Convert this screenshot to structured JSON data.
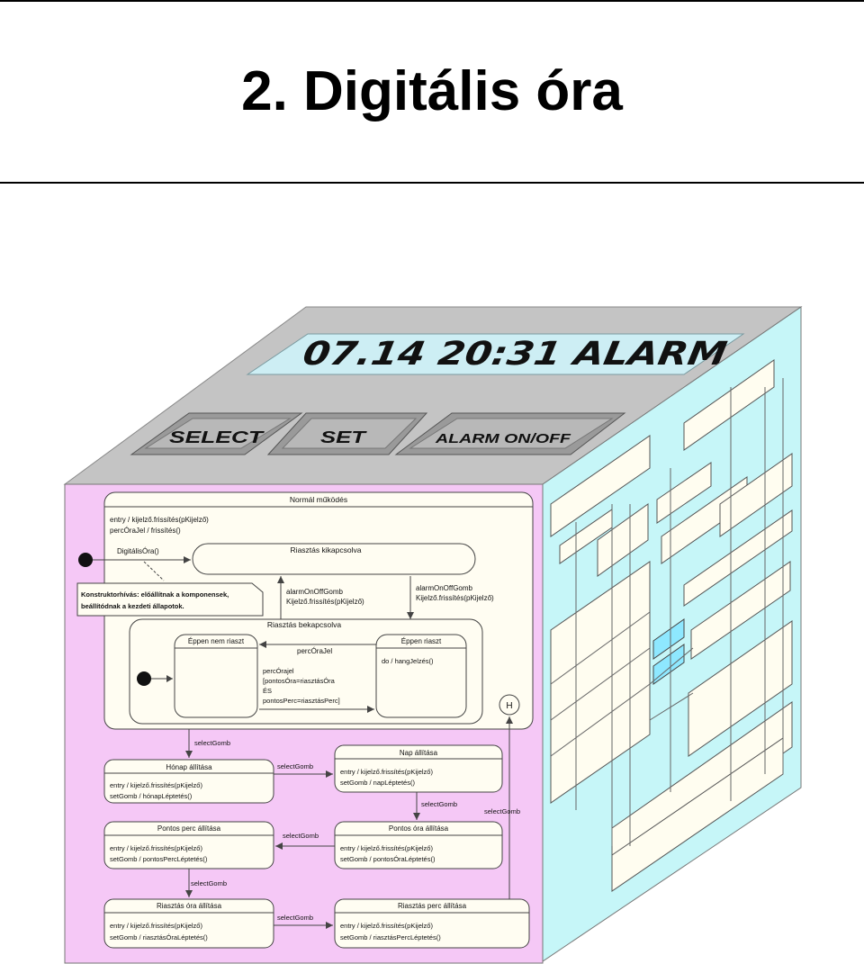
{
  "slide": {
    "title": "2. Digitális óra"
  },
  "top_face": {
    "display": "07.14  20:31  ALARM",
    "buttons": [
      "SELECT",
      "SET",
      "ALARM ON/OFF"
    ]
  },
  "front_face": {
    "normal": {
      "title": "Normál működés",
      "actions": [
        "entry / kijelző.frissítés(pKijelző)",
        "percÓraJel / frissítés()"
      ]
    },
    "initial_label": "DigitálisÓra()",
    "note": [
      "Konstruktorhívás: előállítnak a komponensek,",
      "beállítódnak a kezdeti állapotok."
    ],
    "alarm_off": {
      "title": "Riasztás kikapcsolva"
    },
    "trans_on_off_1": [
      "alarmOnOffGomb",
      "Kijelző.frissítés(pKijelző)"
    ],
    "trans_on_off_2": [
      "alarmOnOffGomb",
      "Kijelző.frissítés(pKijelző)"
    ],
    "alarm_on": {
      "title": "Riasztás bekapcsolva"
    },
    "not_ringing": {
      "title": "Éppen nem riaszt"
    },
    "ringing": {
      "title": "Éppen riaszt",
      "action": "do / hangJelzés()"
    },
    "perc_ora_jel": "percÓraJel",
    "guard": [
      "percÓrajel",
      "[pontosÓra=riasztásÓra",
      "ÉS",
      "pontosPerc=riasztásPerc]"
    ],
    "history": "H",
    "states": [
      {
        "title": "Hónap állítása",
        "actions": [
          "entry / kijelző.frissítés(pKijelző)",
          "setGomb / hónapLéptetés()"
        ]
      },
      {
        "title": "Nap állítása",
        "actions": [
          "entry / kijelző.frissítés(pKijelző)",
          "setGomb / napLéptetés()"
        ]
      },
      {
        "title": "Pontos perc állítása",
        "actions": [
          "entry / kijelző.frissítés(pKijelző)",
          "setGomb / pontosPercLéptetés()"
        ]
      },
      {
        "title": "Pontos óra állítása",
        "actions": [
          "entry / kijelző.frissítés(pKijelző)",
          "setGomb / pontosÓraLéptetés()"
        ]
      },
      {
        "title": "Riasztás óra állítása",
        "actions": [
          "entry / kijelző.frissítés(pKijelző)",
          "setGomb / riasztásÓraLéptetés()"
        ]
      },
      {
        "title": "Riasztás perc állítása",
        "actions": [
          "entry / kijelző.frissítés(pKijelző)",
          "setGomb / riasztásPercLéptetés()"
        ]
      }
    ],
    "select_label": "selectGomb"
  },
  "colors": {
    "front_bg": "#f6c8f6",
    "side_bg": "#c8f8f8",
    "top_bg": "#c6c6c6",
    "state_fill": "#fffdf2",
    "display_bg": "#d2eef4"
  }
}
